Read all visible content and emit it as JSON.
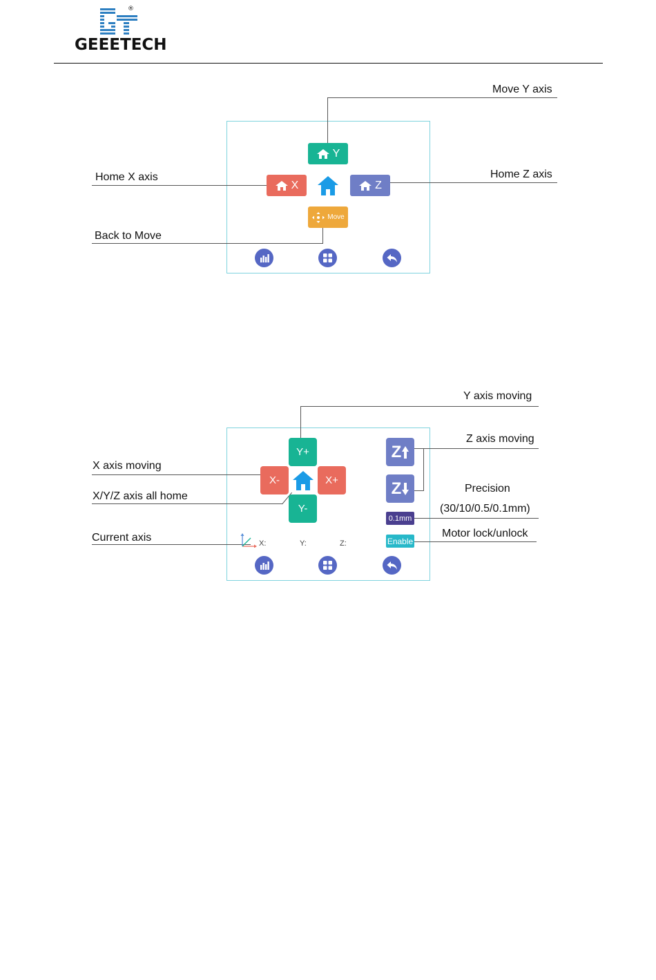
{
  "header": {
    "brand": "GEEETECH",
    "registered_mark": "®"
  },
  "home_screen": {
    "labels": {
      "move_y_axis": "Move Y axis",
      "home_x_axis": "Home X axis",
      "home_z_axis": "Home Z axis",
      "back_to_move": "Back to Move"
    },
    "buttons": {
      "home_y": "Y",
      "home_x": "X",
      "home_z": "Z",
      "move": "Move"
    },
    "icons": [
      "home-icon",
      "stats-icon",
      "menu-grid-icon",
      "back-arrow-icon"
    ],
    "colors": {
      "teal": "#18b494",
      "red": "#e96b5d",
      "purple": "#6f7ec6",
      "orange": "#eea83b",
      "blue_home": "#1a9be6",
      "nav_circle": "#5567c4"
    }
  },
  "move_screen": {
    "labels": {
      "y_axis_moving": "Y axis  moving",
      "z_axis_moving": "Z axis moving",
      "x_axis_moving": "X axis moving",
      "xyz_all_home": "X/Y/Z axis all home",
      "precision": "Precision",
      "precision_values": "(30/10/0.5/0.1mm)",
      "current_axis": "Current axis",
      "motor_lock": "Motor lock/unlock"
    },
    "buttons": {
      "y_plus": "Y+",
      "y_minus": "Y-",
      "x_minus": "X-",
      "x_plus": "X+",
      "z_up": "Z",
      "z_down": "Z",
      "precision": "0.1mm",
      "enable": "Enable"
    },
    "coords": {
      "x": "X:",
      "y": "Y:",
      "z": "Z:"
    }
  }
}
